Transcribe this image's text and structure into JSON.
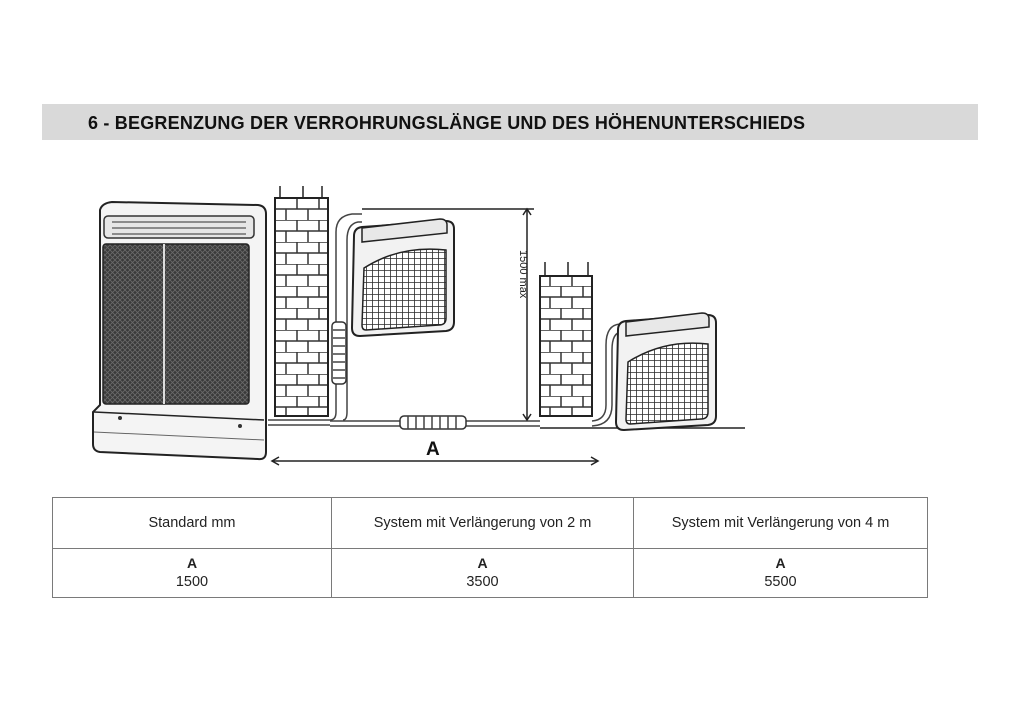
{
  "header": {
    "title": "6 - BEGRENZUNG DER VERROHRUNGSLÄNGE UND DES HÖHENUNTERSCHIEDS"
  },
  "diagram": {
    "height_label": "1500 max",
    "length_label": "A"
  },
  "table": {
    "columns": [
      {
        "header": "Standard mm",
        "letter": "A",
        "value": "1500"
      },
      {
        "header": "System mit Verlängerung von 2 m",
        "letter": "A",
        "value": "3500"
      },
      {
        "header": "System mit Verlängerung von 4 m",
        "letter": "A",
        "value": "5500"
      }
    ]
  }
}
